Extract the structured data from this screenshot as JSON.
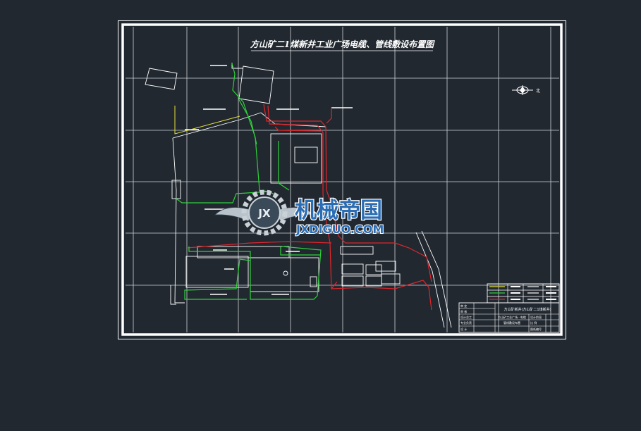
{
  "drawing": {
    "title": "方山矿二1煤新井工业广场电缆、管线敷设布置图",
    "north_mark": "北"
  },
  "title_block": {
    "project_name": "方山矿新井(方山矿二1煤新井)",
    "row_labels": [
      "审 定",
      "审 核",
      "设计总工",
      "专业负责",
      "设 计"
    ],
    "info_lines": [
      "方山矿工业广场 · 电缆",
      "管线敷设布置"
    ],
    "right_fields": [
      "设计阶段",
      "比 例",
      "图纸编号"
    ]
  },
  "legend": {
    "rows": 3
  },
  "watermark": {
    "chinese": "机械帝国",
    "latin": "JXDIGUO.COM",
    "badge": "JX"
  },
  "colors": {
    "background": "#212830",
    "frame": "#ffffff",
    "grid": "#cfd3d8",
    "cable_red": "#e0262b",
    "pipe_green": "#2fd23a",
    "line_yellow": "#e6e03a",
    "watermark_blue": "#2a6db5"
  }
}
